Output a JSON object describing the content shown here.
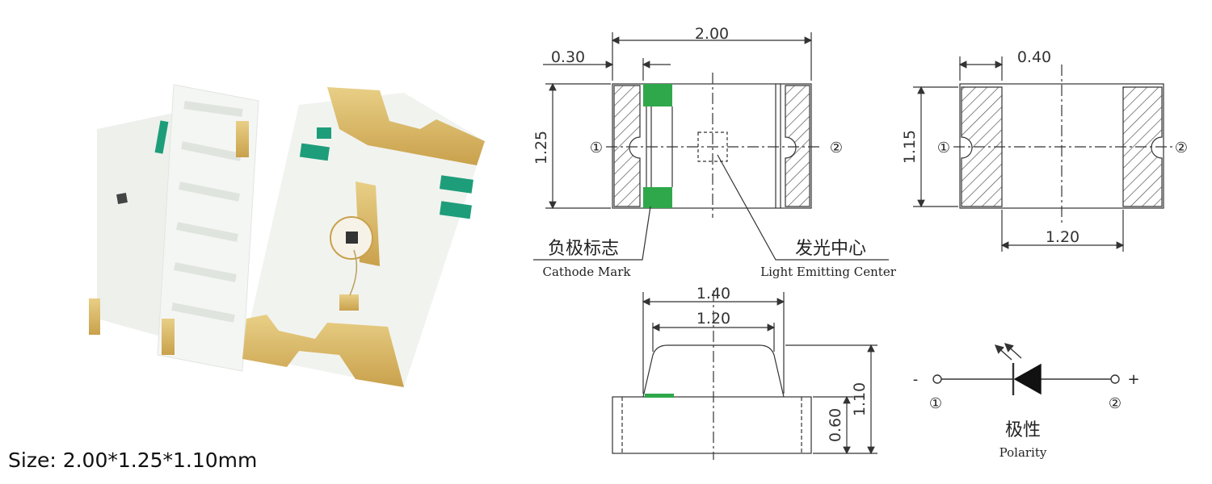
{
  "size_caption": "Size: 2.00*1.25*1.10mm",
  "top_view": {
    "dim_length": "2.00",
    "dim_pad_width": "0.30",
    "dim_height": "1.25",
    "pin_1": "①",
    "pin_2": "②",
    "cathode_mark_cn": "负极标志",
    "cathode_mark_en": "Cathode Mark",
    "emit_center_cn": "发光中心",
    "emit_center_en": "Light Emitting Center"
  },
  "pad_view": {
    "dim_pad_width": "0.40",
    "dim_height": "1.15",
    "dim_span": "1.20",
    "pin_1": "①",
    "pin_2": "②"
  },
  "side_view": {
    "dim_lens_outer": "1.40",
    "dim_lens_inner": "1.20",
    "dim_total_height": "1.10",
    "dim_base_height": "0.60"
  },
  "polarity": {
    "minus": "-",
    "plus": "+",
    "pin_1": "①",
    "pin_2": "②",
    "label_cn": "极性",
    "label_en": "Polarity"
  },
  "colors": {
    "cathode_green": "#2ea84a",
    "gold": "#d8b766",
    "hatch": "#555555"
  }
}
